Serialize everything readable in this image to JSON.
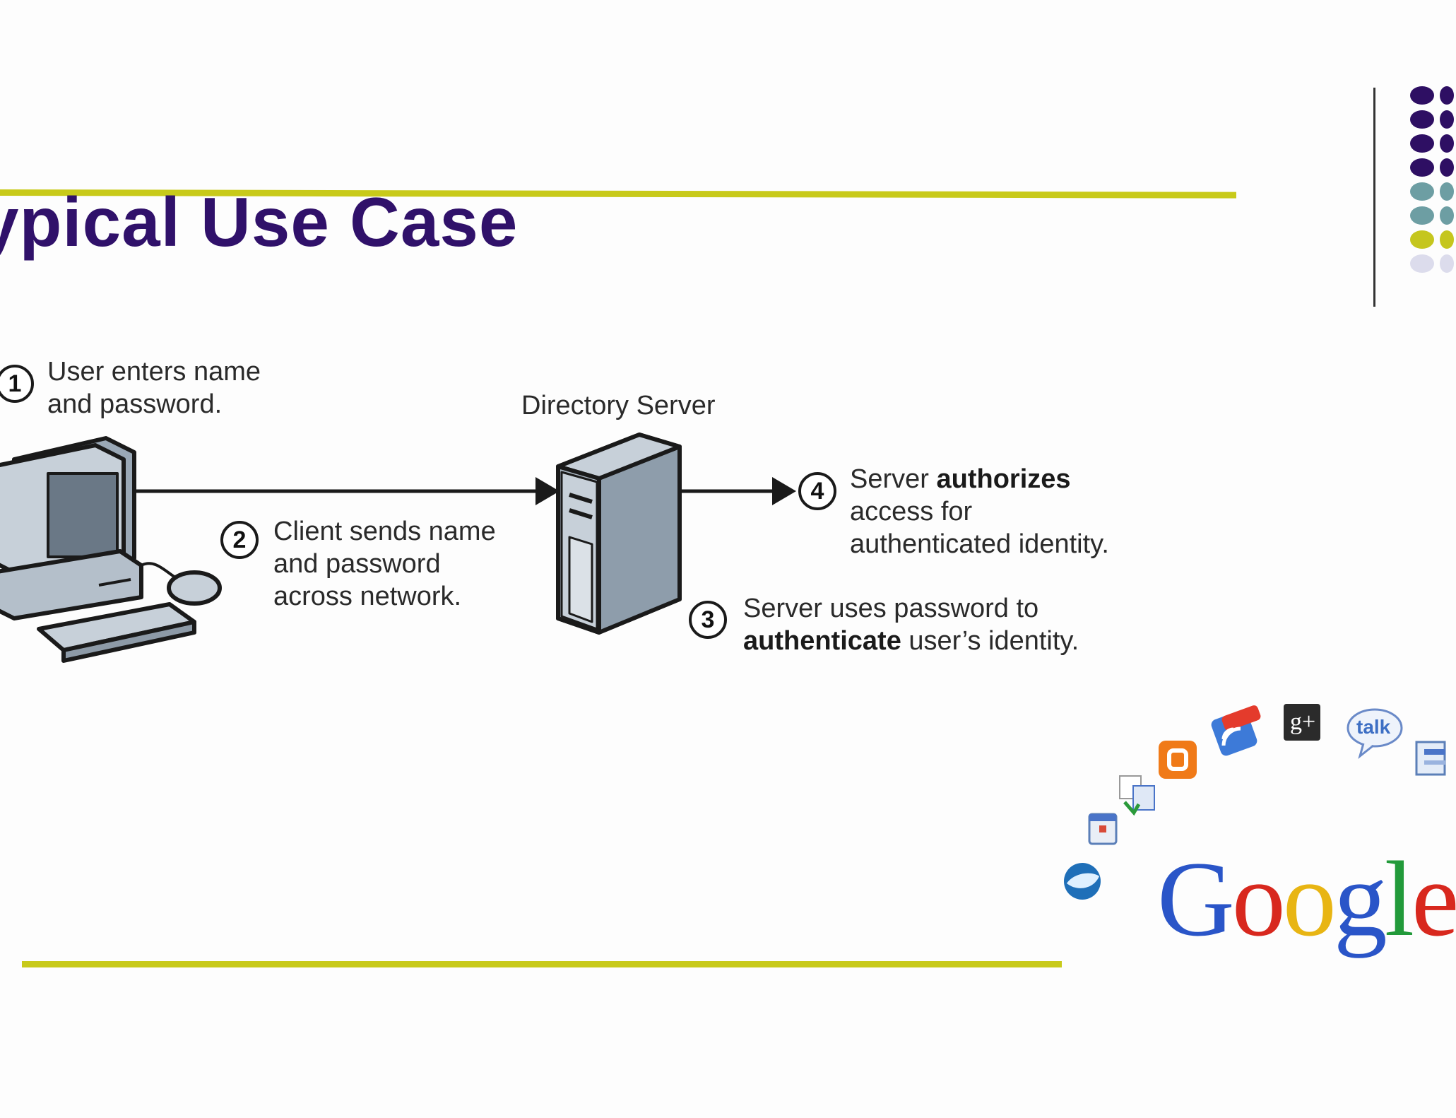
{
  "slide": {
    "title": "ypical Use Case"
  },
  "diagram": {
    "server_label": "Directory Server",
    "steps": [
      {
        "number": "1",
        "line1": "User enters name",
        "line2": "and password."
      },
      {
        "number": "2",
        "line1": "Client sends name",
        "line2": "and password",
        "line3": "across network."
      },
      {
        "number": "3",
        "line1": "Server uses password to",
        "line2_bold": "authenticate",
        "line2_rest": " user’s identity."
      },
      {
        "number": "4",
        "line1_prefix": "Server ",
        "line1_bold": "authorizes",
        "line2": "access for",
        "line3": "authenticated identity."
      }
    ]
  },
  "logo": {
    "text_letters": [
      "G",
      "o",
      "o",
      "g",
      "l",
      "e"
    ],
    "colors": [
      "#2a55c8",
      "#d8281e",
      "#e8b513",
      "#2a55c8",
      "#229a3a",
      "#d8281e"
    ],
    "talk_label": "talk",
    "gplus_label": "g+"
  },
  "theme": {
    "accent_line": "#c8ca1a",
    "title_color": "#30116a",
    "dot_colors": [
      "#2e0f63",
      "#2e0f63",
      "#2e0f63",
      "#2e0f63",
      "#6d9ea3",
      "#6d9ea3",
      "#c5c61e",
      "#dcdcec"
    ]
  }
}
